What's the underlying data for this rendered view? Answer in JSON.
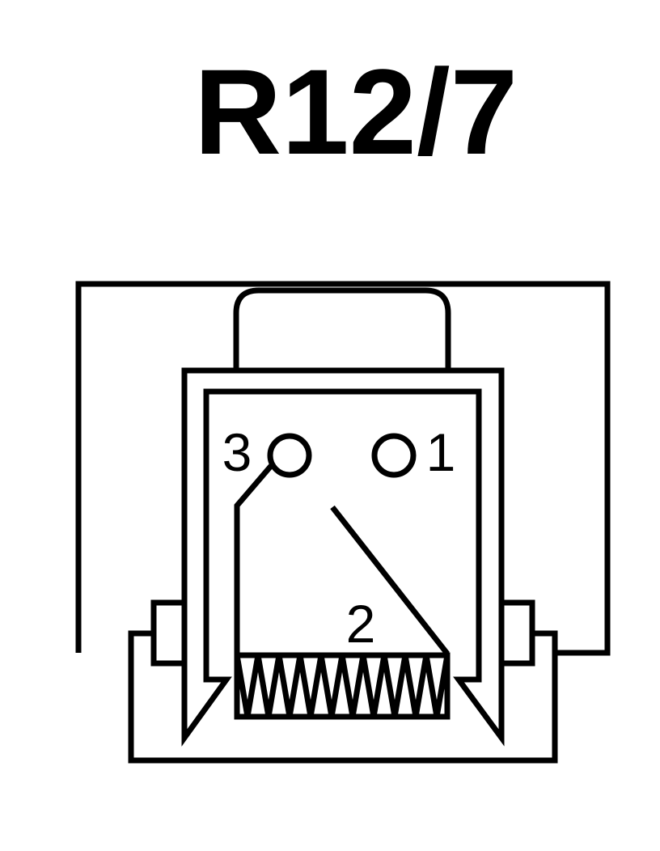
{
  "title": "R12/7",
  "pins": {
    "pin1": "1",
    "pin2": "2",
    "pin3": "3"
  },
  "colors": {
    "line": "#000000",
    "background": "#ffffff"
  }
}
